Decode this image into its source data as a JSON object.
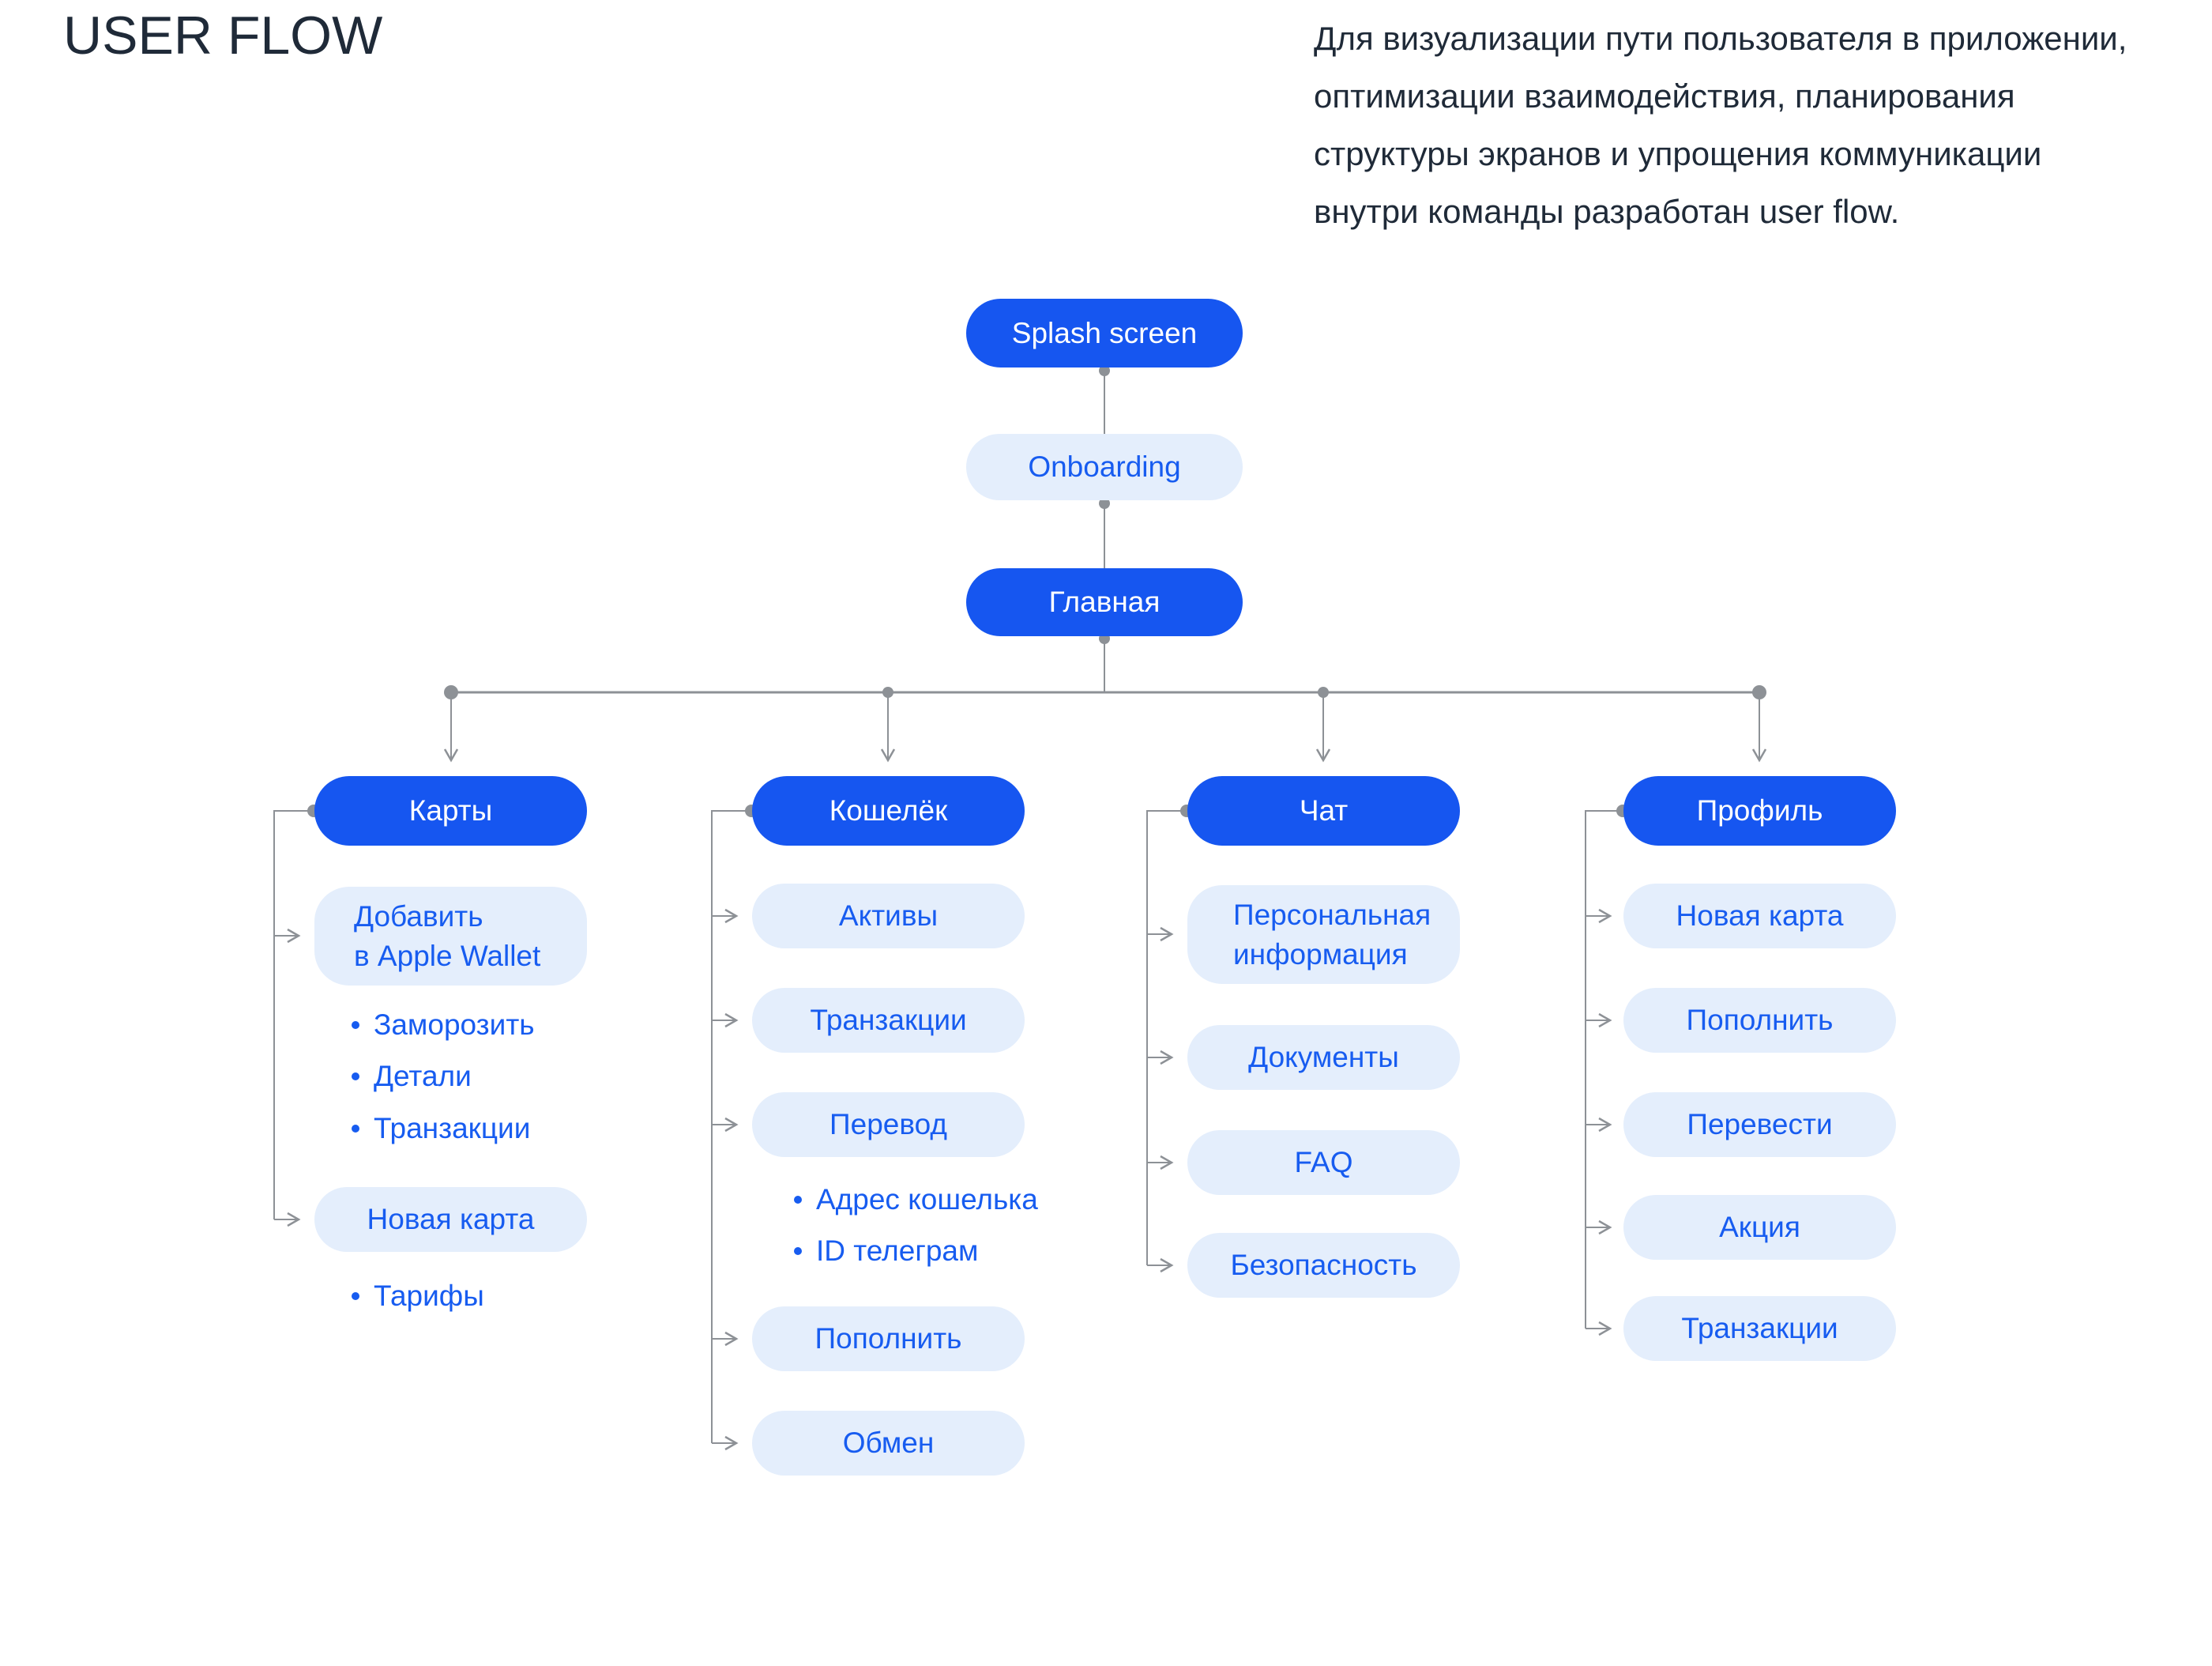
{
  "title": "USER FLOW",
  "description": "Для визуализации пути пользователя в приложении,\nоптимизации взаимодействия, планирования\nструктуры экранов и упрощения коммуникации\nвнутри команды разработан user flow.",
  "colors": {
    "primary_blue": "#1656F0",
    "light_node_bg": "#E4EEFC",
    "node_text_blue": "#175CF0",
    "connector_gray": "#8D9196",
    "heading_text": "#1F2A38",
    "background": "#FFFFFF"
  },
  "chain": [
    "Splash screen",
    "Onboarding",
    "Главная"
  ],
  "columns": [
    {
      "title": "Карты",
      "subnodes": [
        "Добавить\nв Apple Wallet",
        "Новая карта"
      ],
      "bullets": [
        "Заморозить",
        "Детали",
        "Транзакции",
        "Тарифы"
      ]
    },
    {
      "title": "Кошелёк",
      "subnodes": [
        "Активы",
        "Транзакции",
        "Перевод",
        "Пополнить",
        "Обмен"
      ],
      "bullets": [
        "Адрес кошелька",
        "ID телеграм"
      ]
    },
    {
      "title": "Чат",
      "subnodes": [
        "Персональная\nинформация",
        "Документы",
        "FAQ",
        "Безопасность"
      ],
      "bullets": []
    },
    {
      "title": "Профиль",
      "subnodes": [
        "Новая карта",
        "Пополнить",
        "Перевести",
        "Акция",
        "Транзакции"
      ],
      "bullets": []
    }
  ]
}
